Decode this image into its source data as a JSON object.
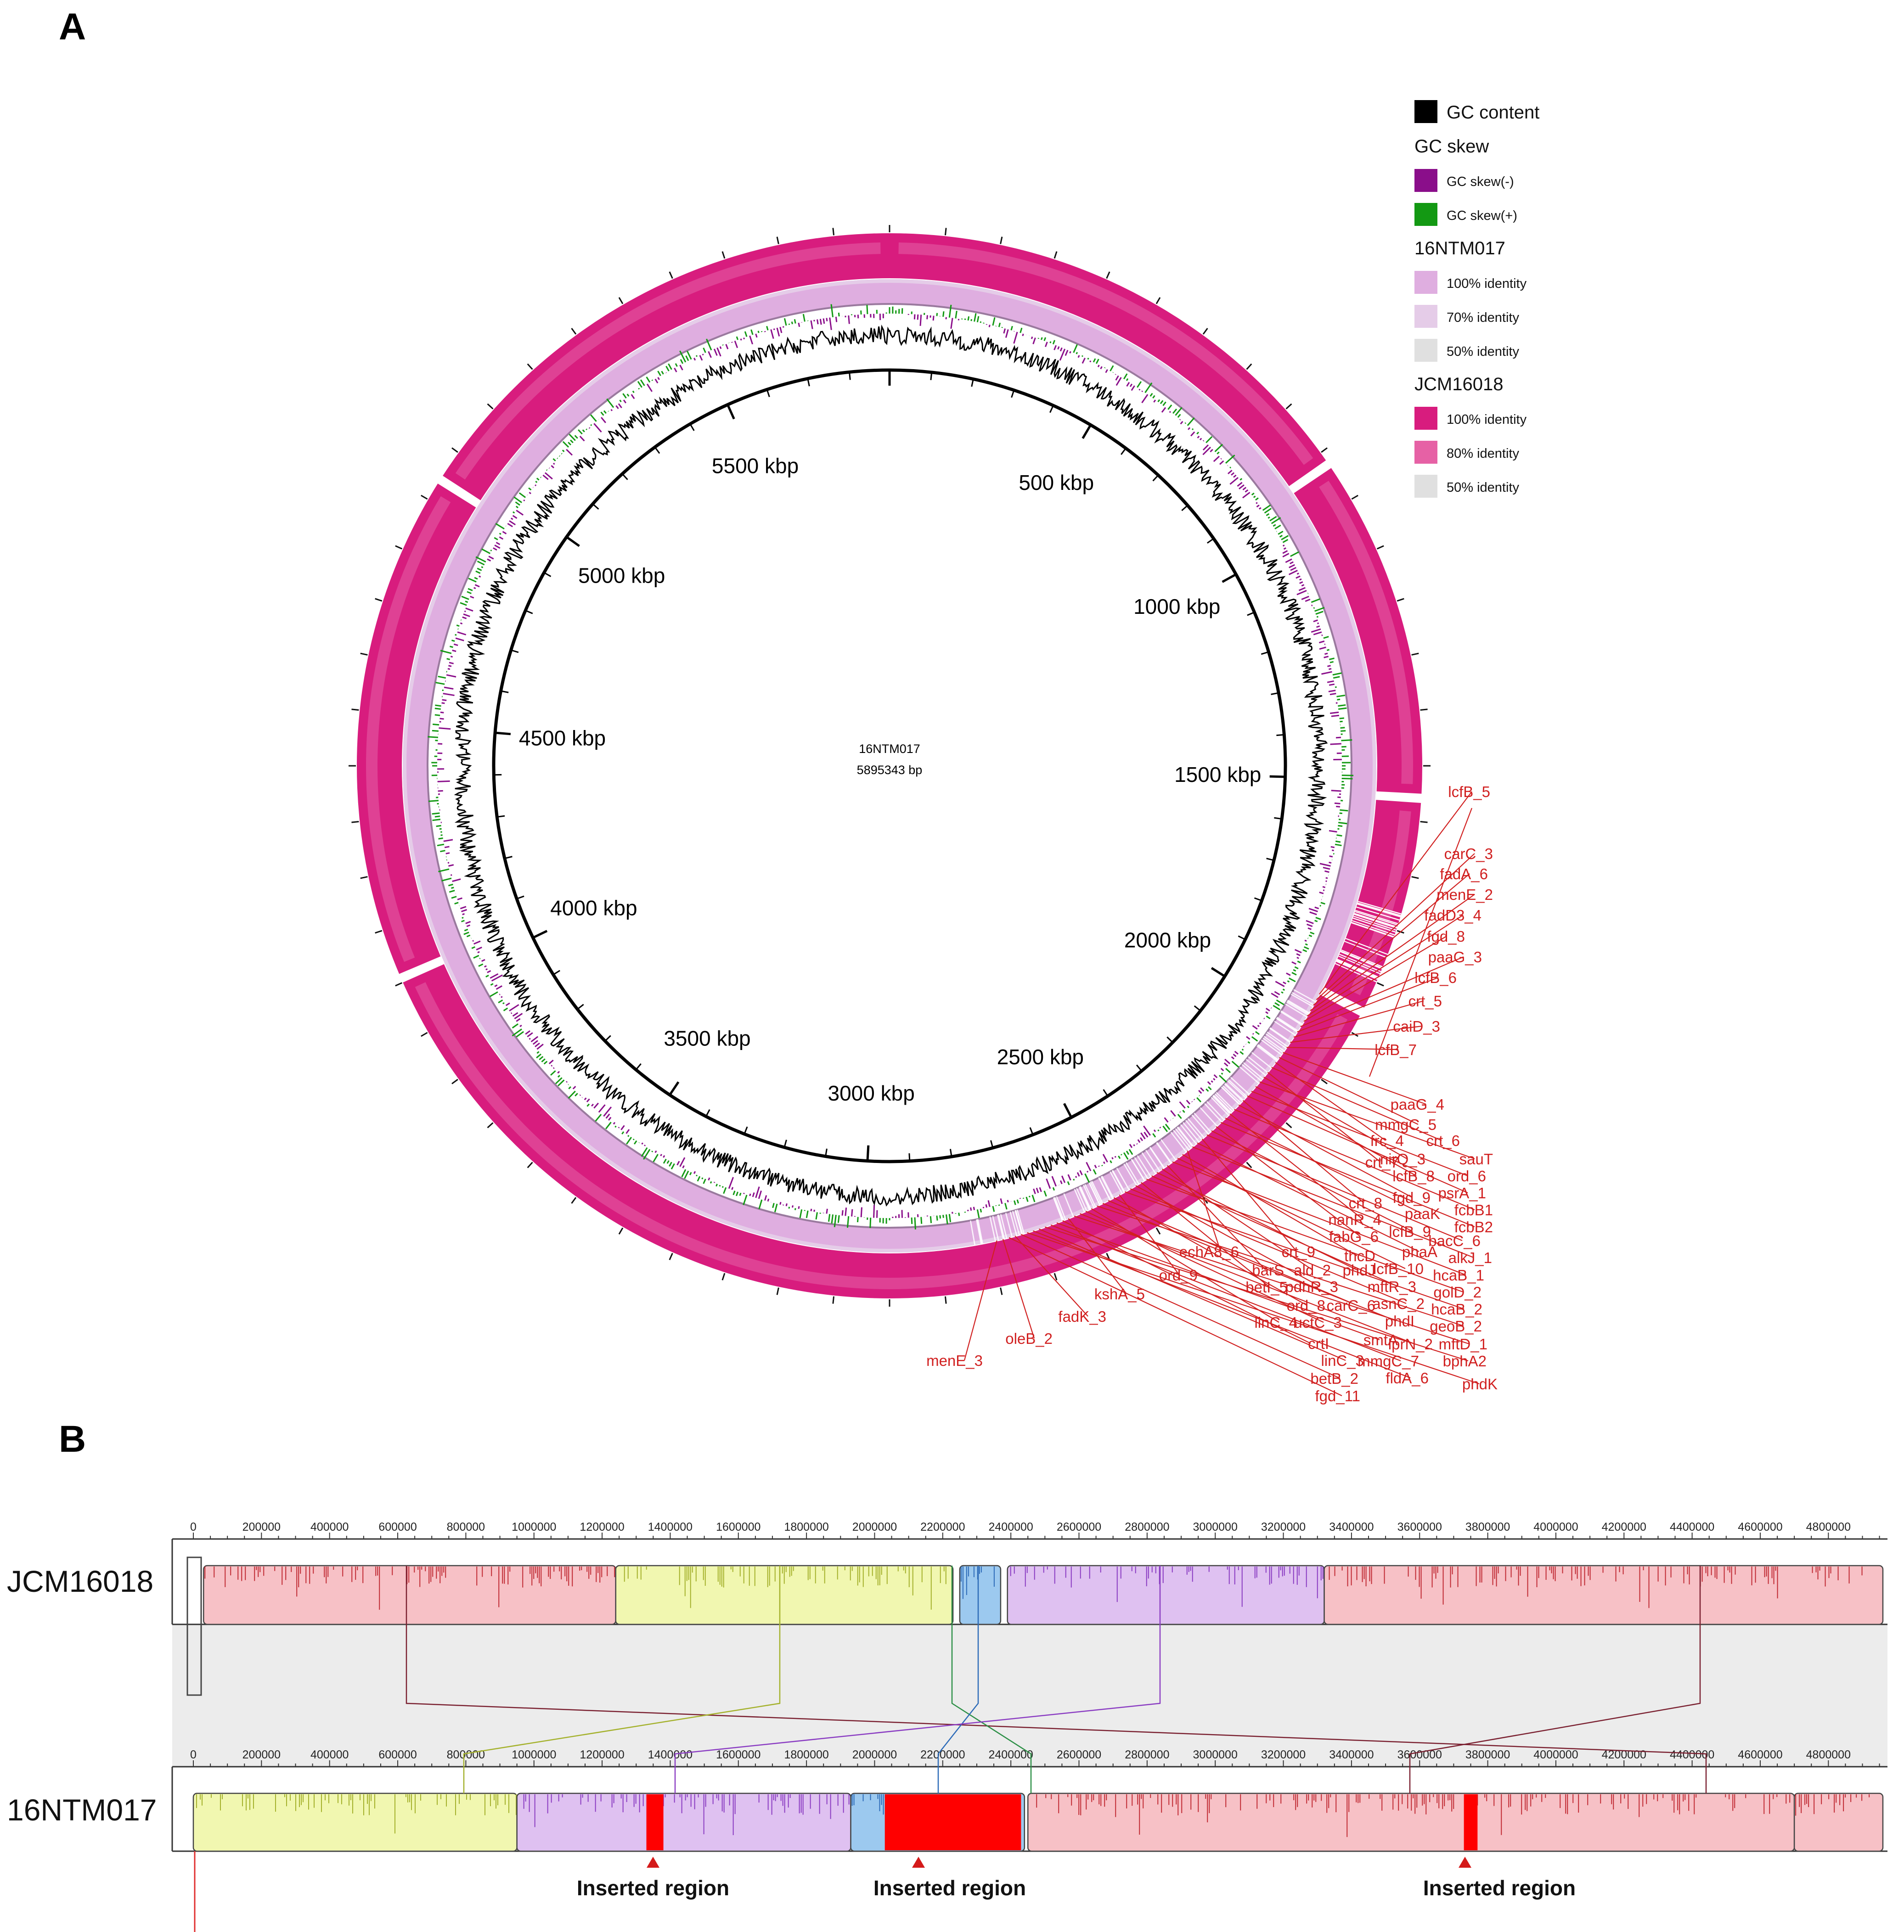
{
  "panels": {
    "a": "A",
    "b": "B"
  },
  "circular_map": {
    "center_name": "16NTM017",
    "center_size": "5895343 bp",
    "genome_length_bp": 5895343,
    "kbp_labels": [
      "500 kbp",
      "1000 kbp",
      "1500 kbp",
      "2000 kbp",
      "2500 kbp",
      "3000 kbp",
      "3500 kbp",
      "4000 kbp",
      "4500 kbp",
      "5000 kbp",
      "5500 kbp"
    ],
    "kbp_values": [
      500,
      1000,
      1500,
      2000,
      2500,
      3000,
      3500,
      4000,
      4500,
      5000,
      5500
    ],
    "colors": {
      "gc_content": "#000000",
      "gc_skew_neg": "#8a0e8a",
      "gc_skew_pos": "#139913",
      "ntm_100": "#dfaee0",
      "ntm_70": "#e5cce8",
      "ntm_50": "#e0e0e0",
      "jcm_100": "#d81c7e",
      "jcm_80": "#e661a5",
      "jcm_50": "#e0e0e0",
      "gene_label": "#d12020"
    }
  },
  "legend": {
    "gc_content": "GC content",
    "gc_skew_header": "GC skew",
    "gc_skew_neg": "GC skew(-)",
    "gc_skew_pos": "GC skew(+)",
    "ntm_header": "16NTM017",
    "ntm_100": "100% identity",
    "ntm_70": "70% identity",
    "ntm_50": "50% identity",
    "jcm_header": "JCM16018",
    "jcm_100": "100% identity",
    "jcm_80": "80% identity",
    "jcm_50": "50% identity"
  },
  "genes": [
    "lcfB_5",
    "carC_3",
    "fadA_6",
    "menE_2",
    "fadD3_4",
    "fgd_8",
    "paaG_3",
    "lcfB_6",
    "crt_5",
    "caiD_3",
    "lcfB_7",
    "paaG_4",
    "mmgC_5",
    "frc_4",
    "crt_6",
    "crt_7",
    "nirQ_3",
    "sauT",
    "lcfB_8",
    "ord_6",
    "psrA_1",
    "crt_8",
    "fgd_9",
    "fcbB1",
    "nanR_4",
    "paaK",
    "fcbB2",
    "fabG_6",
    "lcfB_9",
    "bacC_6",
    "crt_9",
    "phaA",
    "alkJ_1",
    "echA8_6",
    "thcD",
    "lcfB_10",
    "hcaB_1",
    "barS",
    "ald_2",
    "phdJ",
    "mftR_3",
    "golD_2",
    "betI_5",
    "pdhR_3",
    "asnC_2",
    "hcaB_2",
    "ord_9",
    "ord_8",
    "carC_6",
    "phdI",
    "geoB_2",
    "linC_4",
    "uctC_3",
    "lprN_2",
    "mftD_1",
    "kshA_5",
    "crtI",
    "smtA",
    "mmgC_7",
    "bphA2",
    "linC_3",
    "fldA_6",
    "phdK",
    "betB_2",
    "fadK_3",
    "fgd_11",
    "oleB_2",
    "menE_3"
  ],
  "alignment": {
    "genome_top": "JCM16018",
    "genome_bottom": "16NTM017",
    "axis_ticks": [
      "0",
      "200000",
      "400000",
      "600000",
      "800000",
      "1000000",
      "1200000",
      "1400000",
      "1600000",
      "1800000",
      "2000000",
      "2200000",
      "2400000",
      "2600000",
      "2800000",
      "3000000",
      "3200000",
      "3400000",
      "3600000",
      "3800000",
      "4000000",
      "4200000",
      "4400000",
      "4600000",
      "4800000"
    ],
    "axis_values": [
      0,
      200000,
      400000,
      600000,
      800000,
      1000000,
      1200000,
      1400000,
      1600000,
      1800000,
      2000000,
      2200000,
      2400000,
      2600000,
      2800000,
      3000000,
      3200000,
      3400000,
      3600000,
      3800000,
      4000000,
      4200000,
      4400000,
      4600000,
      4800000
    ],
    "axis_max_bp": 4960000,
    "inserted_label": "Inserted region",
    "inserted_labels": [
      "Inserted region",
      "Inserted region",
      "Inserted region"
    ],
    "block_colors": {
      "red": "#f7c1c6",
      "red_line": "#c02a33",
      "yellow": "#f1f7b0",
      "yellow_line": "#a4b12c",
      "blue": "#9cc9ef",
      "blue_line": "#2d6bb8",
      "purple": "#dfc1f1",
      "purple_line": "#8a3cc2",
      "insert": "#ff0000"
    },
    "top_blocks": [
      {
        "color": "red",
        "start": 30000,
        "end": 1240000
      },
      {
        "color": "yellow",
        "start": 1240000,
        "end": 2230000
      },
      {
        "color": "blue",
        "start": 2250000,
        "end": 2370000
      },
      {
        "color": "purple",
        "start": 2390000,
        "end": 3320000
      },
      {
        "color": "red",
        "start": 3320000,
        "end": 4960000
      }
    ],
    "bottom_blocks": [
      {
        "color": "yellow",
        "start": 0,
        "end": 950000
      },
      {
        "color": "purple",
        "start": 950000,
        "end": 1930000
      },
      {
        "color": "blue",
        "start": 1930000,
        "end": 2440000
      },
      {
        "color": "red",
        "start": 2450000,
        "end": 4700000
      },
      {
        "color": "red",
        "start": 4700000,
        "end": 4960000
      }
    ],
    "inserted_regions": [
      {
        "start": 1330000,
        "end": 1380000
      },
      {
        "start": 2030000,
        "end": 2430000
      },
      {
        "start": 3730000,
        "end": 3770000
      }
    ]
  }
}
